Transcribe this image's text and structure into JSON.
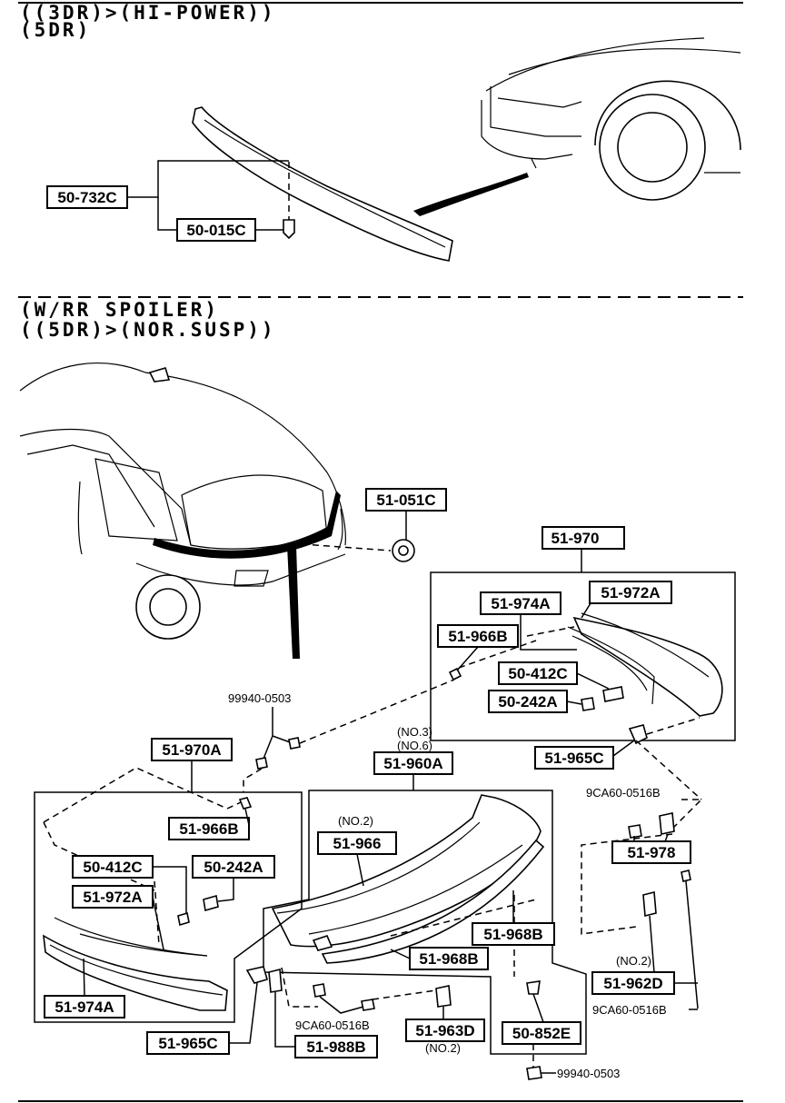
{
  "headers": {
    "section1_line1": "((3DR)>(HI-POWER))",
    "section1_line2": "(5DR)",
    "section2_line1": "(W/RR SPOILER)",
    "section2_line2": "((5DR)>(NOR.SUSP))"
  },
  "labels": {
    "p50_732C": "50-732C",
    "p50_015C": "50-015C",
    "p51_051C": "51-051C",
    "p51_970": "51-970",
    "p51_974A_r": "51-974A",
    "p51_972A_r": "51-972A",
    "p51_966B_r": "51-966B",
    "p50_412C_r": "50-412C",
    "p50_242A_r": "50-242A",
    "p51_965C_r": "51-965C",
    "p51_970A": "51-970A",
    "p51_966B_l": "51-966B",
    "p50_412C_l": "50-412C",
    "p50_242A_l": "50-242A",
    "p51_972A_l": "51-972A",
    "p51_974A_l": "51-974A",
    "p51_965C_l": "51-965C",
    "p51_960A": "51-960A",
    "p51_966": "51-966",
    "p51_968B_a": "51-968B",
    "p51_968B_b": "51-968B",
    "p51_978": "51-978",
    "p51_962D": "51-962D",
    "p51_963D": "51-963D",
    "p50_852E": "50-852E",
    "p51_988B": "51-988B"
  },
  "notes": {
    "n99940_top": "99940-0503",
    "no3": "(NO.3)",
    "no6": "(NO.6)",
    "no2_966": "(NO.2)",
    "n9CA60_r_top": "9CA60-0516B",
    "no2_962D": "(NO.2)",
    "n9CA60_r_bot": "9CA60-0516B",
    "n9CA60_bot": "9CA60-0516B",
    "no2_963D": "(NO.2)",
    "n99940_bot": "99940-0503"
  }
}
